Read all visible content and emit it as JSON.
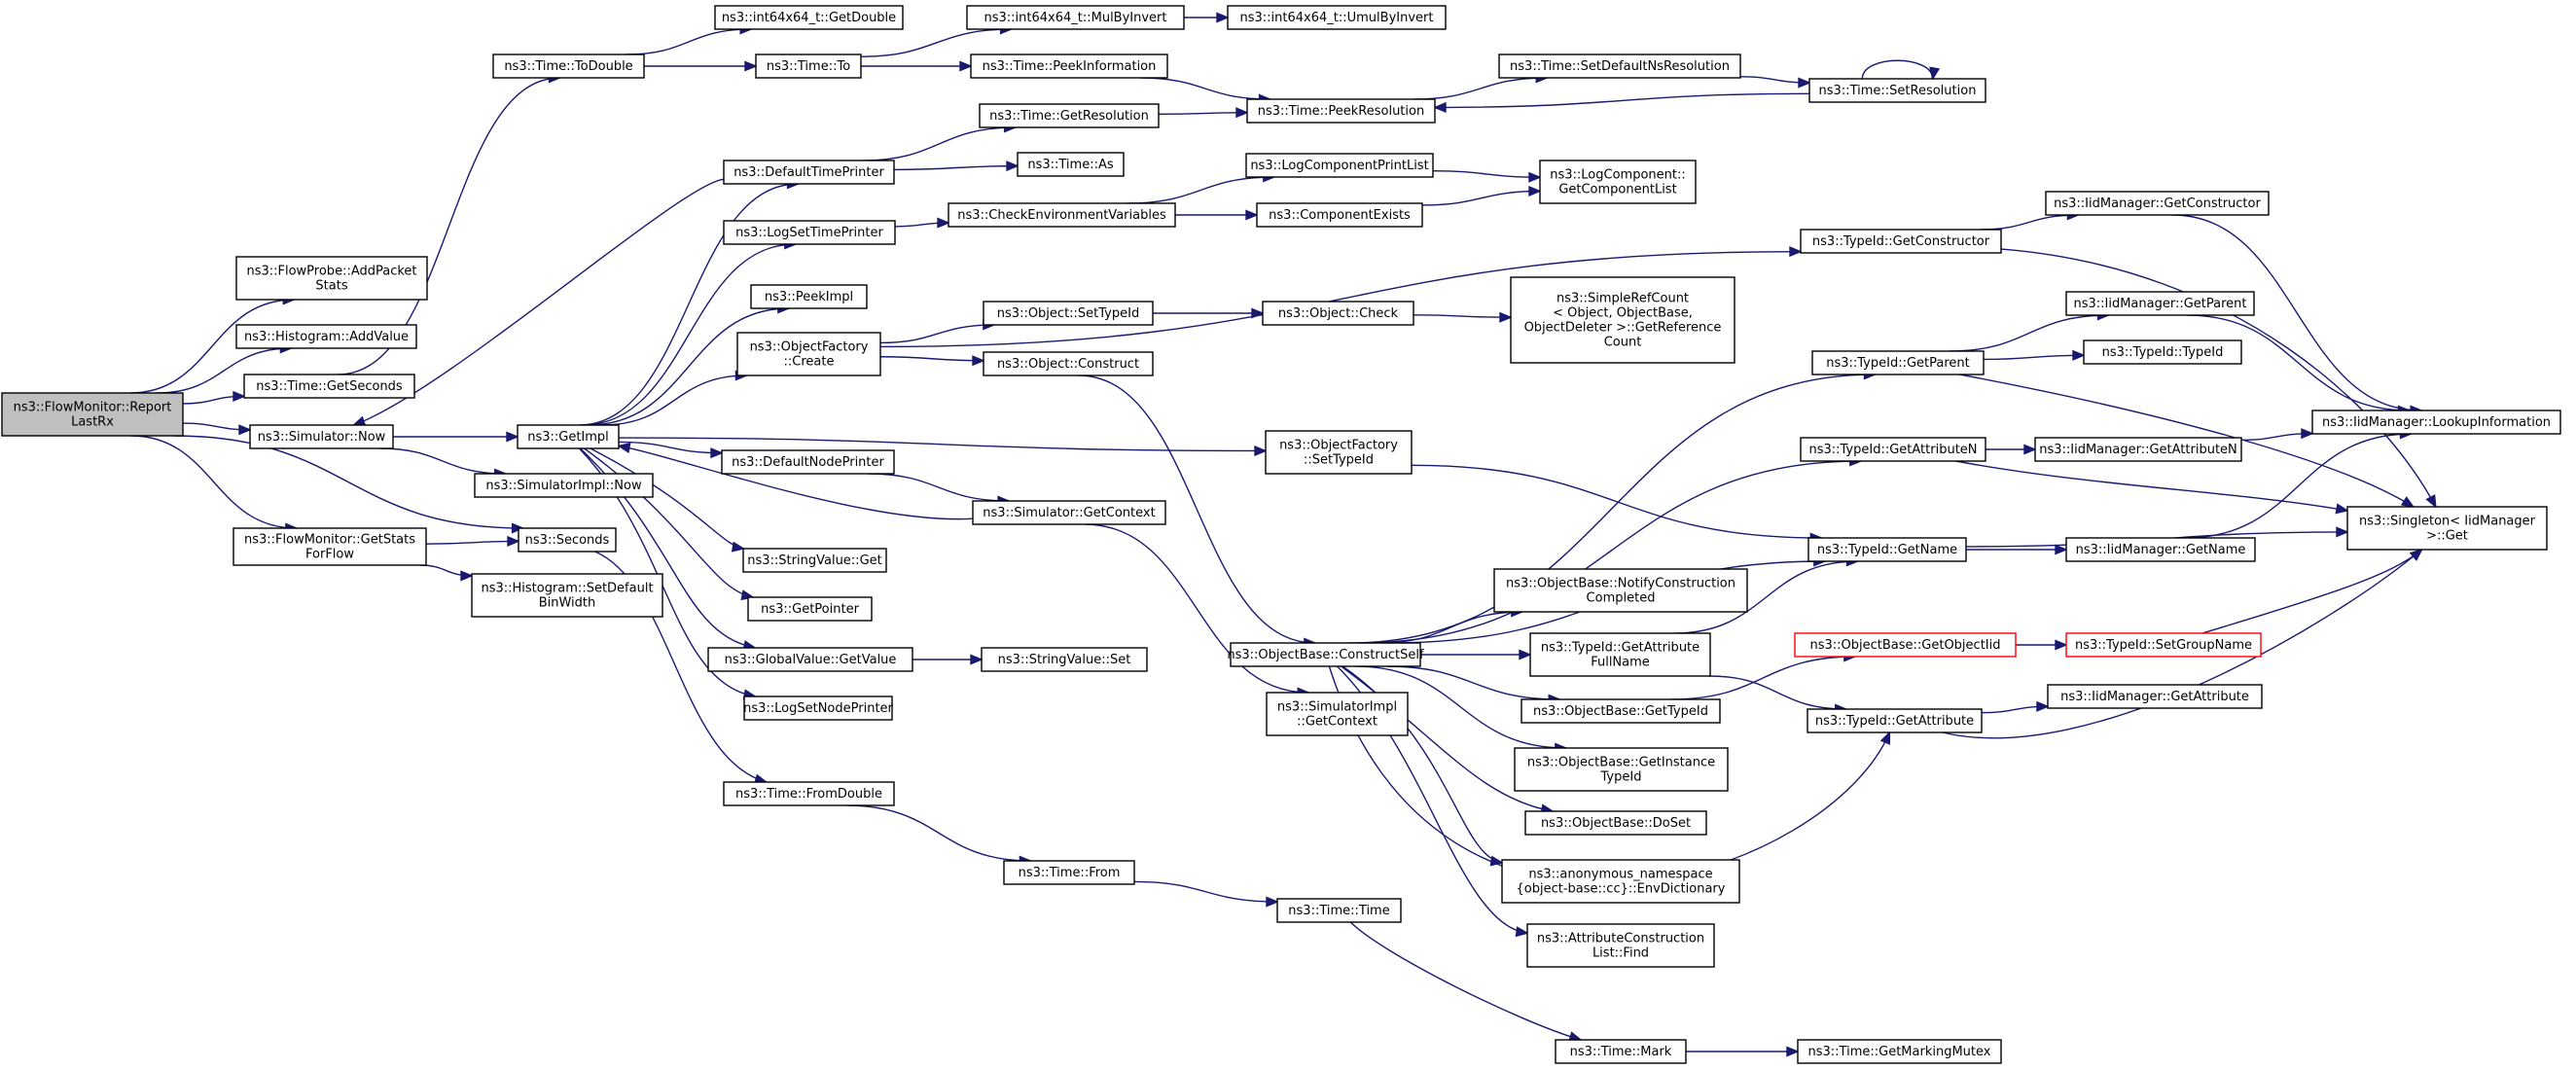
{
  "colors": {
    "edge": "#191970",
    "node_border": "#000000",
    "root_fill": "#bfbfbf",
    "truncated_border": "#ff0000"
  },
  "nodes": [
    {
      "id": "root",
      "lines": [
        "ns3::FlowMonitor::Report",
        "LastRx"
      ],
      "style": "root"
    },
    {
      "id": "addpacket",
      "lines": [
        "ns3::FlowProbe::AddPacket",
        "Stats"
      ]
    },
    {
      "id": "histadd",
      "lines": [
        "ns3::Histogram::AddValue"
      ]
    },
    {
      "id": "getseconds",
      "lines": [
        "ns3::Time::GetSeconds"
      ]
    },
    {
      "id": "simnow",
      "lines": [
        "ns3::Simulator::Now"
      ]
    },
    {
      "id": "getstats",
      "lines": [
        "ns3::FlowMonitor::GetStats",
        "ForFlow"
      ]
    },
    {
      "id": "todouble",
      "lines": [
        "ns3::Time::ToDouble"
      ]
    },
    {
      "id": "getdouble",
      "lines": [
        "ns3::int64x64_t::GetDouble"
      ]
    },
    {
      "id": "timeto",
      "lines": [
        "ns3::Time::To"
      ]
    },
    {
      "id": "mulbyinv",
      "lines": [
        "ns3::int64x64_t::MulByInvert"
      ]
    },
    {
      "id": "umulbyinv",
      "lines": [
        "ns3::int64x64_t::UmulByInvert"
      ]
    },
    {
      "id": "peekinfo",
      "lines": [
        "ns3::Time::PeekInformation"
      ]
    },
    {
      "id": "getres",
      "lines": [
        "ns3::Time::GetResolution"
      ]
    },
    {
      "id": "peekres",
      "lines": [
        "ns3::Time::PeekResolution"
      ]
    },
    {
      "id": "setdefns",
      "lines": [
        "ns3::Time::SetDefaultNsResolution"
      ]
    },
    {
      "id": "setres",
      "lines": [
        "ns3::Time::SetResolution"
      ]
    },
    {
      "id": "deftimeprinter",
      "lines": [
        "ns3::DefaultTimePrinter"
      ]
    },
    {
      "id": "timeas",
      "lines": [
        "ns3::Time::As"
      ]
    },
    {
      "id": "logsettime",
      "lines": [
        "ns3::LogSetTimePrinter"
      ]
    },
    {
      "id": "checkenv",
      "lines": [
        "ns3::CheckEnvironmentVariables"
      ]
    },
    {
      "id": "logcompprint",
      "lines": [
        "ns3::LogComponentPrintList"
      ]
    },
    {
      "id": "compexists",
      "lines": [
        "ns3::ComponentExists"
      ]
    },
    {
      "id": "getcomplist",
      "lines": [
        "ns3::LogComponent::",
        "GetComponentList"
      ]
    },
    {
      "id": "peekimpl",
      "lines": [
        "ns3::PeekImpl"
      ]
    },
    {
      "id": "getimpl",
      "lines": [
        "ns3::GetImpl"
      ]
    },
    {
      "id": "simimplnow",
      "lines": [
        "ns3::SimulatorImpl::Now"
      ]
    },
    {
      "id": "seconds",
      "lines": [
        "ns3::Seconds"
      ]
    },
    {
      "id": "histsetdef",
      "lines": [
        "ns3::Histogram::SetDefault",
        "BinWidth"
      ]
    },
    {
      "id": "objfactcreate",
      "lines": [
        "ns3::ObjectFactory",
        "::Create"
      ]
    },
    {
      "id": "objsettypeid",
      "lines": [
        "ns3::Object::SetTypeId"
      ]
    },
    {
      "id": "objcheck",
      "lines": [
        "ns3::Object::Check"
      ]
    },
    {
      "id": "simplerefcount",
      "lines": [
        "ns3::SimpleRefCount",
        "< Object, ObjectBase,",
        "ObjectDeleter >::GetReference",
        "Count"
      ]
    },
    {
      "id": "objconstruct",
      "lines": [
        "ns3::Object::Construct"
      ]
    },
    {
      "id": "typeidgetctor",
      "lines": [
        "ns3::TypeId::GetConstructor"
      ]
    },
    {
      "id": "iidgetctor",
      "lines": [
        "ns3::IidManager::GetConstructor"
      ]
    },
    {
      "id": "iidgetparent",
      "lines": [
        "ns3::IidManager::GetParent"
      ]
    },
    {
      "id": "typeidgetparent",
      "lines": [
        "ns3::TypeId::GetParent"
      ]
    },
    {
      "id": "typeidtypeid",
      "lines": [
        "ns3::TypeId::TypeId"
      ]
    },
    {
      "id": "iidlookup",
      "lines": [
        "ns3::IidManager::LookupInformation"
      ]
    },
    {
      "id": "objfactsettypeid",
      "lines": [
        "ns3::ObjectFactory",
        "::SetTypeId"
      ]
    },
    {
      "id": "typeidgetattrn",
      "lines": [
        "ns3::TypeId::GetAttributeN"
      ]
    },
    {
      "id": "iidgetattrn",
      "lines": [
        "ns3::IidManager::GetAttributeN"
      ]
    },
    {
      "id": "singletonget",
      "lines": [
        "ns3::Singleton< IidManager",
        ">::Get"
      ]
    },
    {
      "id": "defnodeprinter",
      "lines": [
        "ns3::DefaultNodePrinter"
      ]
    },
    {
      "id": "simgetctx",
      "lines": [
        "ns3::Simulator::GetContext"
      ]
    },
    {
      "id": "typeidgetname",
      "lines": [
        "ns3::TypeId::GetName"
      ]
    },
    {
      "id": "iidgetname",
      "lines": [
        "ns3::IidManager::GetName"
      ]
    },
    {
      "id": "stringvalget",
      "lines": [
        "ns3::StringValue::Get"
      ]
    },
    {
      "id": "notifyconstr",
      "lines": [
        "ns3::ObjectBase::NotifyConstruction",
        "Completed"
      ]
    },
    {
      "id": "getpointer",
      "lines": [
        "ns3::GetPointer"
      ]
    },
    {
      "id": "constructself",
      "lines": [
        "ns3::ObjectBase::ConstructSelf"
      ]
    },
    {
      "id": "typeidgetattrfull",
      "lines": [
        "ns3::TypeId::GetAttribute",
        "FullName"
      ]
    },
    {
      "id": "getobjectiid",
      "lines": [
        "ns3::ObjectBase::GetObjectIid"
      ],
      "style": "trunc"
    },
    {
      "id": "setgroupname",
      "lines": [
        "ns3::TypeId::SetGroupName"
      ],
      "style": "trunc"
    },
    {
      "id": "globalvalget",
      "lines": [
        "ns3::GlobalValue::GetValue"
      ]
    },
    {
      "id": "stringvalset",
      "lines": [
        "ns3::StringValue::Set"
      ]
    },
    {
      "id": "logsetnode",
      "lines": [
        "ns3::LogSetNodePrinter"
      ]
    },
    {
      "id": "simimplgetctx",
      "lines": [
        "ns3::SimulatorImpl",
        "::GetContext"
      ]
    },
    {
      "id": "objbasegettypeid",
      "lines": [
        "ns3::ObjectBase::GetTypeId"
      ]
    },
    {
      "id": "typeidgetattr",
      "lines": [
        "ns3::TypeId::GetAttribute"
      ]
    },
    {
      "id": "iidgetattr",
      "lines": [
        "ns3::IidManager::GetAttribute"
      ]
    },
    {
      "id": "getinstancetypeid",
      "lines": [
        "ns3::ObjectBase::GetInstance",
        "TypeId"
      ]
    },
    {
      "id": "fromdouble",
      "lines": [
        "ns3::Time::FromDouble"
      ]
    },
    {
      "id": "doset",
      "lines": [
        "ns3::ObjectBase::DoSet"
      ]
    },
    {
      "id": "envdict",
      "lines": [
        "ns3::anonymous_namespace",
        "{object-base::cc}::EnvDictionary"
      ]
    },
    {
      "id": "timefrom",
      "lines": [
        "ns3::Time::From"
      ]
    },
    {
      "id": "timetime",
      "lines": [
        "ns3::Time::Time"
      ]
    },
    {
      "id": "attrconstr",
      "lines": [
        "ns3::AttributeConstruction",
        "List::Find"
      ]
    },
    {
      "id": "timemark",
      "lines": [
        "ns3::Time::Mark"
      ]
    },
    {
      "id": "getmarkingmutex",
      "lines": [
        "ns3::Time::GetMarkingMutex"
      ]
    }
  ],
  "edges": [
    [
      "root",
      "addpacket"
    ],
    [
      "root",
      "histadd"
    ],
    [
      "root",
      "getseconds"
    ],
    [
      "root",
      "simnow"
    ],
    [
      "root",
      "seconds"
    ],
    [
      "root",
      "getstats"
    ],
    [
      "getseconds",
      "todouble"
    ],
    [
      "todouble",
      "getdouble"
    ],
    [
      "todouble",
      "timeto"
    ],
    [
      "timeto",
      "mulbyinv"
    ],
    [
      "mulbyinv",
      "umulbyinv"
    ],
    [
      "timeto",
      "peekinfo"
    ],
    [
      "peekinfo",
      "peekres"
    ],
    [
      "getres",
      "peekres"
    ],
    [
      "peekres",
      "setdefns"
    ],
    [
      "setdefns",
      "setres"
    ],
    [
      "setres",
      "peekres"
    ],
    [
      "setres",
      "setres"
    ],
    [
      "simnow",
      "getimpl"
    ],
    [
      "simnow",
      "simimplnow"
    ],
    [
      "getstats",
      "seconds"
    ],
    [
      "getstats",
      "histsetdef"
    ],
    [
      "seconds",
      "fromdouble"
    ],
    [
      "getimpl",
      "deftimeprinter"
    ],
    [
      "getimpl",
      "logsettime"
    ],
    [
      "getimpl",
      "peekimpl"
    ],
    [
      "getimpl",
      "objfactcreate"
    ],
    [
      "getimpl",
      "objfactsettypeid"
    ],
    [
      "getimpl",
      "defnodeprinter"
    ],
    [
      "getimpl",
      "stringvalget"
    ],
    [
      "getimpl",
      "getpointer"
    ],
    [
      "getimpl",
      "globalvalget"
    ],
    [
      "getimpl",
      "logsetnode"
    ],
    [
      "deftimeprinter",
      "getres"
    ],
    [
      "deftimeprinter",
      "timeas"
    ],
    [
      "deftimeprinter",
      "simnow"
    ],
    [
      "logsettime",
      "checkenv"
    ],
    [
      "checkenv",
      "logcompprint"
    ],
    [
      "checkenv",
      "compexists"
    ],
    [
      "logcompprint",
      "getcomplist"
    ],
    [
      "compexists",
      "getcomplist"
    ],
    [
      "objfactcreate",
      "typeidgetctor"
    ],
    [
      "objfactcreate",
      "objsettypeid"
    ],
    [
      "objfactcreate",
      "objconstruct"
    ],
    [
      "objsettypeid",
      "objcheck"
    ],
    [
      "objcheck",
      "simplerefcount"
    ],
    [
      "objconstruct",
      "constructself"
    ],
    [
      "typeidgetctor",
      "iidgetctor"
    ],
    [
      "typeidgetctor",
      "singletonget"
    ],
    [
      "iidgetctor",
      "iidlookup"
    ],
    [
      "typeidgetparent",
      "iidgetparent"
    ],
    [
      "typeidgetparent",
      "typeidtypeid"
    ],
    [
      "typeidgetparent",
      "singletonget"
    ],
    [
      "iidgetparent",
      "iidlookup"
    ],
    [
      "objfactsettypeid",
      "typeidgetname"
    ],
    [
      "typeidgetattrn",
      "iidgetattrn"
    ],
    [
      "typeidgetattrn",
      "singletonget"
    ],
    [
      "iidgetattrn",
      "iidlookup"
    ],
    [
      "typeidgetname",
      "iidgetname"
    ],
    [
      "typeidgetname",
      "singletonget"
    ],
    [
      "iidgetname",
      "iidlookup"
    ],
    [
      "defnodeprinter",
      "simgetctx"
    ],
    [
      "simgetctx",
      "getimpl"
    ],
    [
      "simgetctx",
      "simimplgetctx"
    ],
    [
      "globalvalget",
      "stringvalset"
    ],
    [
      "constructself",
      "typeidgetparent"
    ],
    [
      "constructself",
      "typeidgetattrn"
    ],
    [
      "constructself",
      "typeidgetname"
    ],
    [
      "constructself",
      "notifyconstr"
    ],
    [
      "constructself",
      "typeidgetattrfull"
    ],
    [
      "constructself",
      "objbasegettypeid"
    ],
    [
      "constructself",
      "getinstancetypeid"
    ],
    [
      "constructself",
      "doset"
    ],
    [
      "constructself",
      "envdict"
    ],
    [
      "constructself",
      "attrconstr"
    ],
    [
      "constructself",
      "typeidgetattr"
    ],
    [
      "typeidgetattrfull",
      "typeidgetname"
    ],
    [
      "typeidgetattrfull",
      "typeidgetattr"
    ],
    [
      "objbasegettypeid",
      "getobjectiid"
    ],
    [
      "getobjectiid",
      "setgroupname"
    ],
    [
      "setgroupname",
      "singletonget"
    ],
    [
      "typeidgetattr",
      "iidgetattr"
    ],
    [
      "typeidgetattr",
      "singletonget"
    ],
    [
      "fromdouble",
      "timefrom"
    ],
    [
      "timefrom",
      "timetime"
    ],
    [
      "timetime",
      "timemark"
    ],
    [
      "timemark",
      "getmarkingmutex"
    ]
  ]
}
